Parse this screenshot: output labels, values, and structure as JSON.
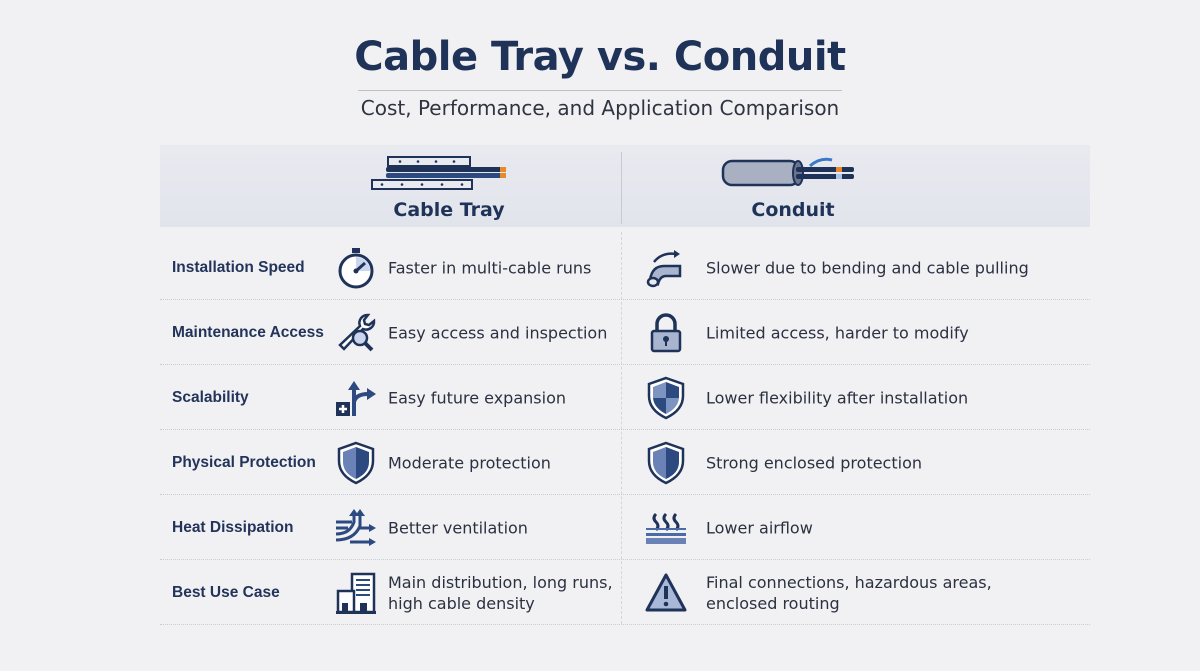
{
  "title": "Cable Tray vs. Conduit",
  "subtitle": "Cost, Performance, and Application Comparison",
  "columns": {
    "left": "Cable Tray",
    "right": "Conduit"
  },
  "colors": {
    "primary": "#1f3358",
    "accent": "#4a6aa8",
    "background": "#f1f1f4"
  },
  "rows": [
    {
      "label": "Installation Speed",
      "left_icon": "stopwatch-icon",
      "left": "Faster in multi-cable runs",
      "right_icon": "bent-pipe-icon",
      "right": "Slower due to bending and cable pulling"
    },
    {
      "label": "Maintenance Access",
      "left_icon": "wrench-magnifier-icon",
      "left": "Easy access and inspection",
      "right_icon": "padlock-icon",
      "right": "Limited access, harder to modify"
    },
    {
      "label": "Scalability",
      "left_icon": "expand-arrows-icon",
      "left": "Easy future expansion",
      "right_icon": "shield-quartered-icon",
      "right": "Lower flexibility after installation"
    },
    {
      "label": "Physical Protection",
      "left_icon": "shield-icon",
      "left": "Moderate protection",
      "right_icon": "shield-icon",
      "right": "Strong enclosed protection"
    },
    {
      "label": "Heat Dissipation",
      "left_icon": "airflow-arrows-icon",
      "left": "Better ventilation",
      "right_icon": "heat-waves-icon",
      "right": "Lower airflow"
    },
    {
      "label": "Best Use Case",
      "left_icon": "building-icon",
      "left": "Main distribution, long runs, high cable density",
      "right_icon": "warning-triangle-icon",
      "right": "Final connections, hazardous areas, enclosed routing"
    }
  ]
}
